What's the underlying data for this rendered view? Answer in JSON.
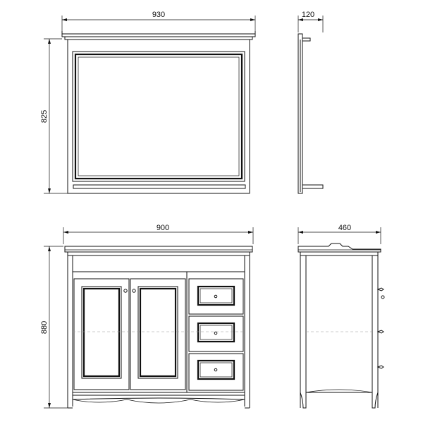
{
  "dimensions": {
    "mirror_width": "930",
    "mirror_depth": "120",
    "mirror_height": "825",
    "cabinet_width": "900",
    "cabinet_depth": "460",
    "cabinet_height": "880"
  }
}
